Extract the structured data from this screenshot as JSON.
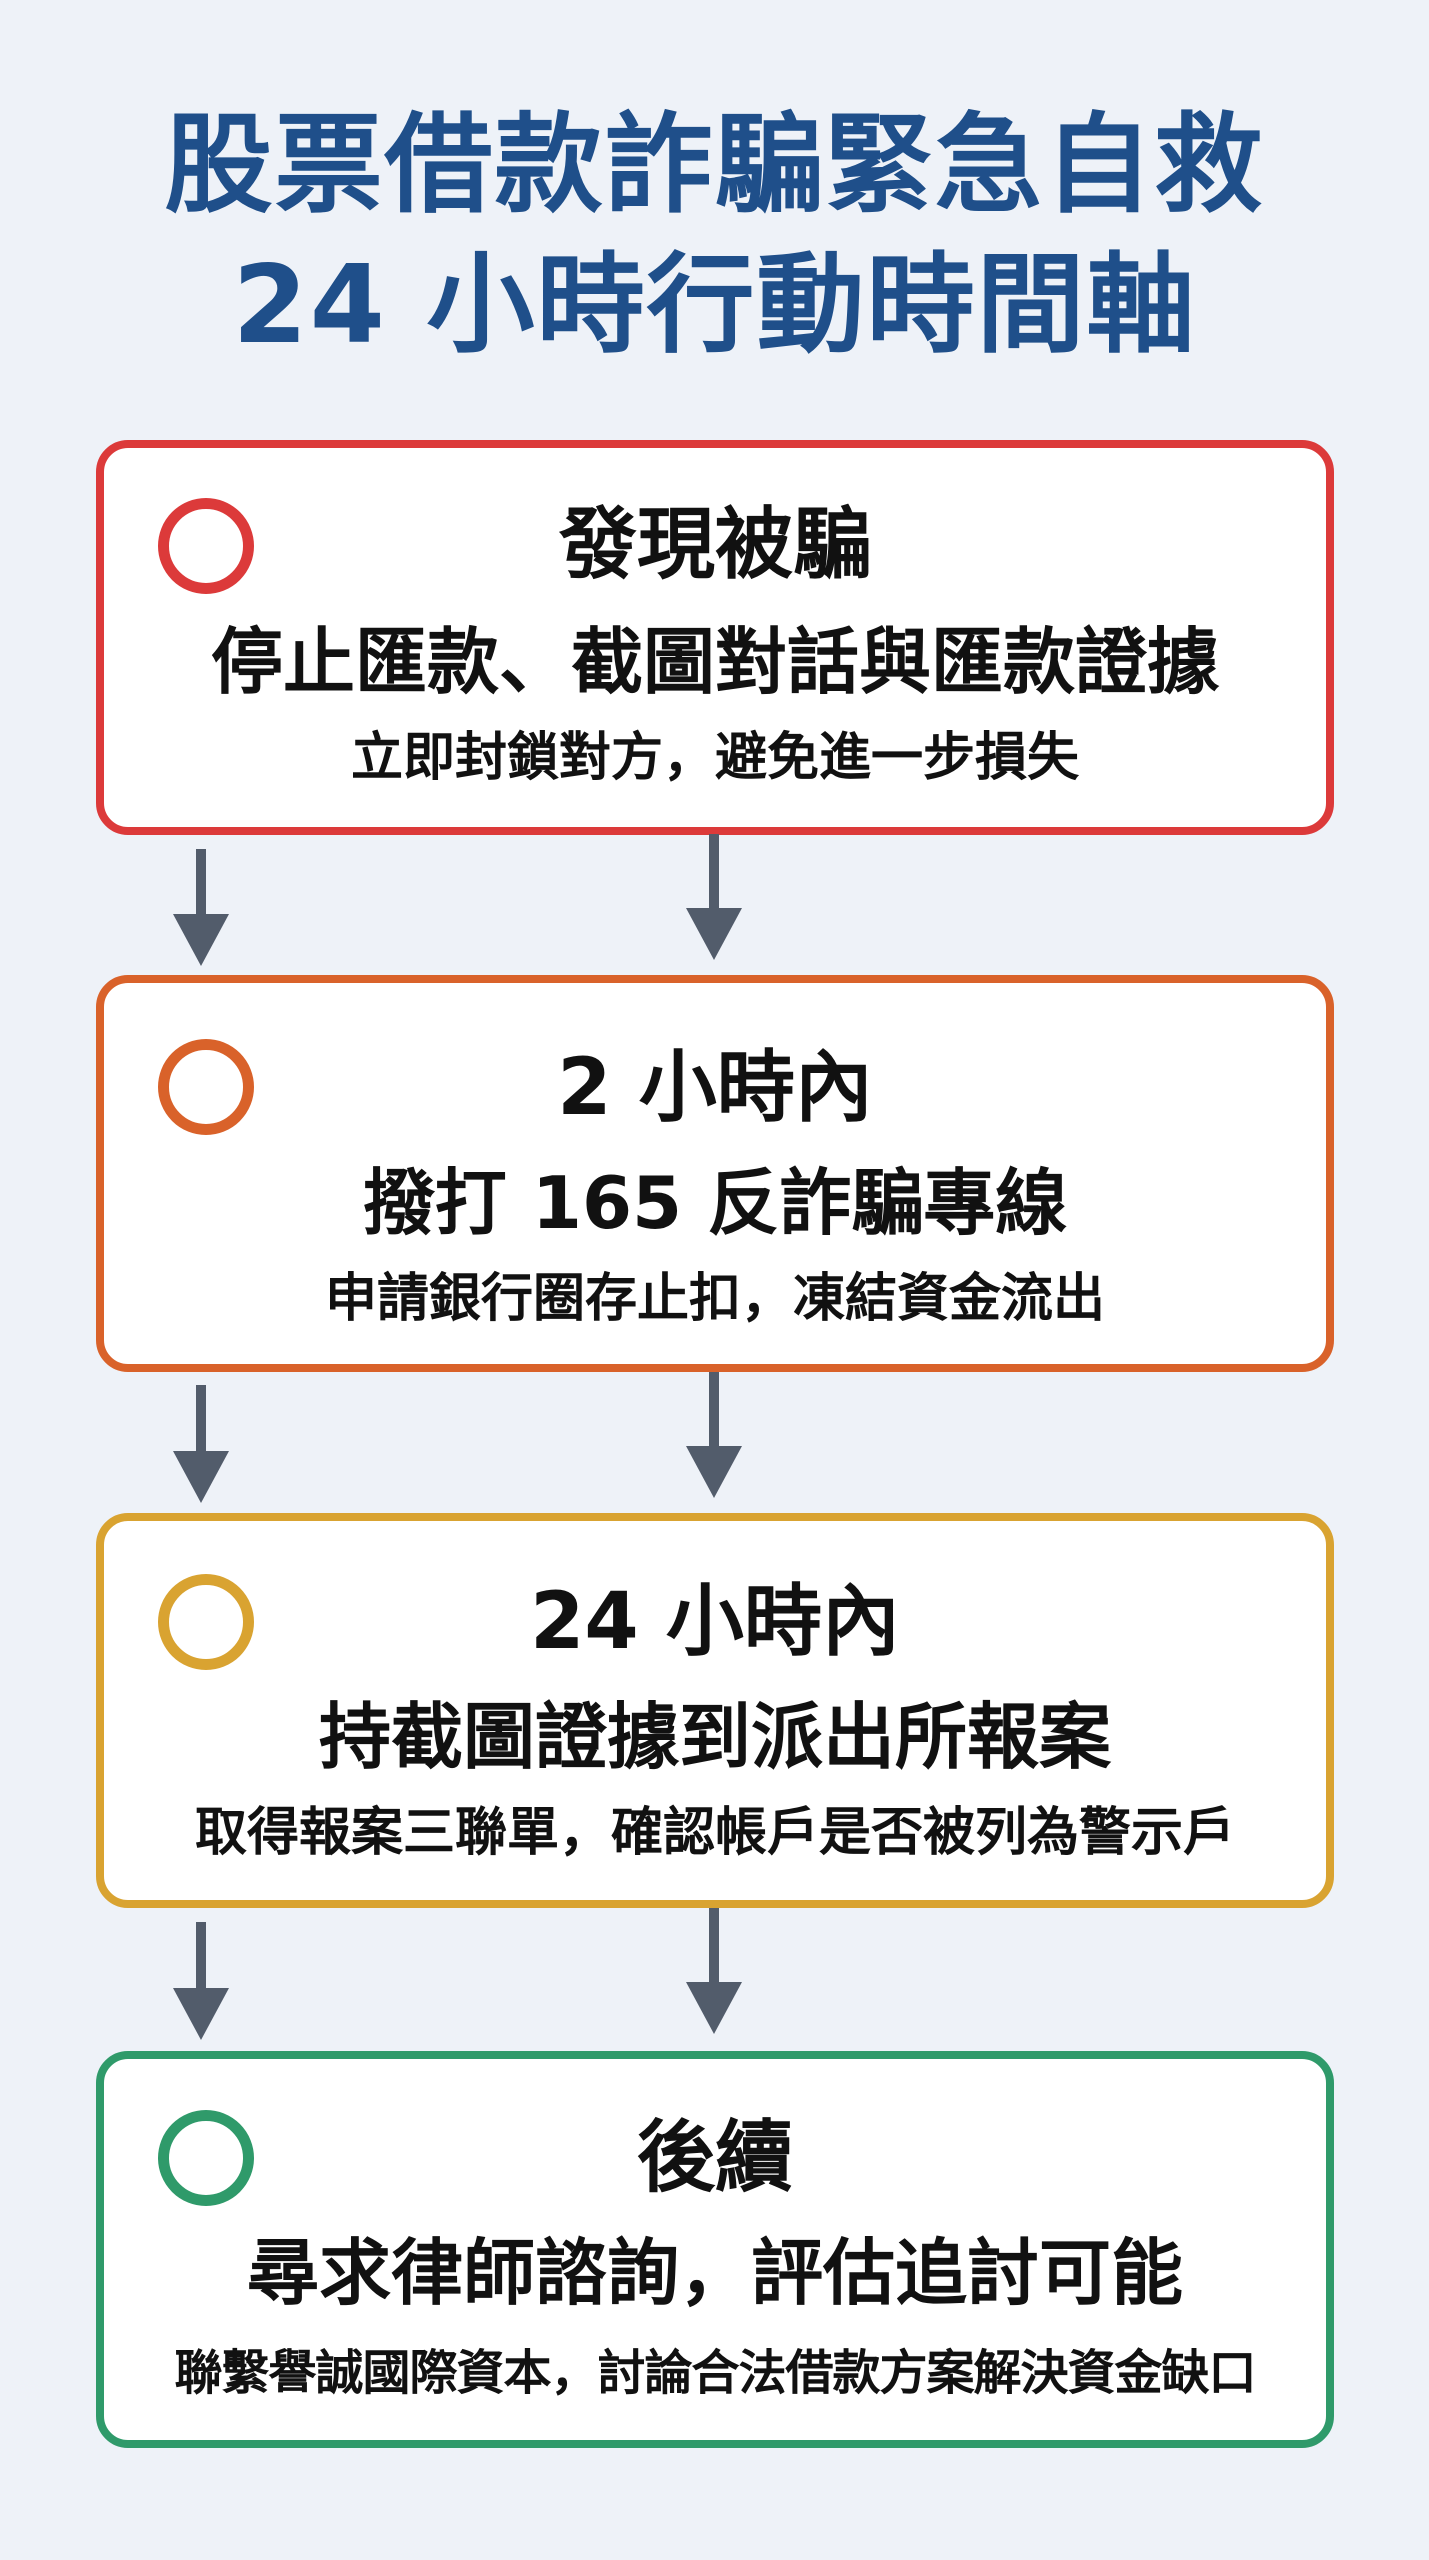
{
  "title": {
    "line1": "股票借款詐騙緊急自救",
    "line2": "24 小時行動時間軸",
    "color": "#1f4f8a"
  },
  "background_color": "#eef2f8",
  "arrow_color": "#525c6b",
  "steps": [
    {
      "stage": "發現被騙",
      "action": "停止匯款、截圖對話與匯款證據",
      "detail": "立即封鎖對方，避免進一步損失",
      "color": "#dc3a3a",
      "icon": "circle-marker-icon"
    },
    {
      "stage": "2 小時內",
      "action": "撥打 165 反詐騙專線",
      "detail": "申請銀行圈存止扣，凍結資金流出",
      "color": "#d9622a",
      "icon": "circle-marker-icon"
    },
    {
      "stage": "24 小時內",
      "action": "持截圖證據到派出所報案",
      "detail": "取得報案三聯單，確認帳戶是否被列為警示戶",
      "color": "#d9a331",
      "icon": "circle-marker-icon"
    },
    {
      "stage": "後續",
      "action": "尋求律師諮詢，評估追討可能",
      "detail": "聯繫譽誠國際資本，討論合法借款方案解決資金缺口",
      "color": "#2f9a6a",
      "icon": "circle-marker-icon"
    }
  ],
  "connectors": [
    {
      "from": 0,
      "to": 1,
      "arrows": 2
    },
    {
      "from": 1,
      "to": 2,
      "arrows": 2
    },
    {
      "from": 2,
      "to": 3,
      "arrows": 2
    }
  ]
}
